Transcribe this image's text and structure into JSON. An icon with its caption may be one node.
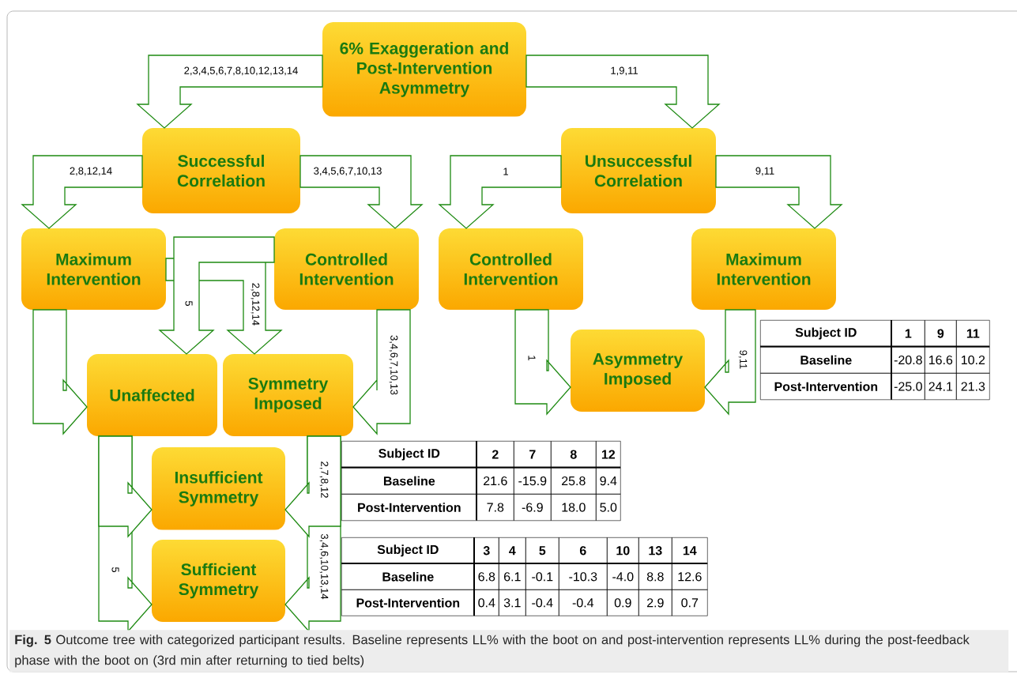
{
  "diagram": {
    "caption": "**Fig. 5** Outcome tree with categorized participant results. Baseline represents LL% with the boot on and post-intervention represents LL% during the post-feedback phase with the boot on (3rd min after returning to tied belts)",
    "nodes": [
      {
        "text": [
          "6% Exaggeration and Post-Intervention Asymmetry"
        ]
      },
      {
        "text": [
          "Successful Correlation"
        ]
      },
      {
        "text": [
          "Unsuccessful Correlation"
        ]
      },
      {
        "text": [
          "Maximum Intervention"
        ]
      },
      {
        "text": [
          "Controlled Intervention"
        ]
      },
      {
        "text": [
          "Controlled Intervention"
        ]
      },
      {
        "text": [
          "Maximum Intervention"
        ]
      },
      {
        "text": [
          "Unaffected"
        ]
      },
      {
        "text": [
          "Symmetry Imposed"
        ]
      },
      {
        "text": [
          "Asymmetry Imposed"
        ]
      },
      {
        "text": [
          "Insufficient Symmetry"
        ]
      },
      {
        "text": [
          "Sufficient Symmetry"
        ]
      }
    ],
    "edges": [
      {
        "from": 0,
        "to": 1,
        "arrow": "to",
        "label": "2,3,4,5,6,7,8,10,12,13,14"
      },
      {
        "from": 0,
        "to": 2,
        "arrow": "to",
        "label": "1,9,11"
      },
      {
        "from": 1,
        "to": 3,
        "arrow": "to",
        "label": "2,8,12,14"
      },
      {
        "from": 1,
        "to": 4,
        "arrow": "to",
        "label": "3,4,5,6,7,10,13"
      },
      {
        "from": 2,
        "to": 5,
        "arrow": "to",
        "label": "1"
      },
      {
        "from": 2,
        "to": 6,
        "arrow": "to",
        "label": "9,11"
      },
      {
        "from": 3,
        "to": 7,
        "arrow": "to"
      },
      {
        "from": 3,
        "to": 8,
        "arrow": "to",
        "label": "2,8,12,14"
      },
      {
        "from": 4,
        "to": 7,
        "arrow": "to",
        "label": "5"
      },
      {
        "from": 4,
        "to": 8,
        "arrow": "to",
        "label": "3,4,6,7,10,13"
      },
      {
        "from": 5,
        "to": 9,
        "arrow": "to",
        "label": "1"
      },
      {
        "from": 6,
        "to": 9,
        "arrow": "to",
        "label": "9,11"
      },
      {
        "from": 7,
        "to": 11,
        "arrow": "to",
        "label": "5"
      },
      {
        "from": 7,
        "to": 10,
        "arrow": "to"
      },
      {
        "from": 8,
        "to": 11,
        "arrow": "to",
        "label": "3,4,6,10,13,14"
      },
      {
        "from": 8,
        "to": 10,
        "arrow": "to",
        "label": "2,7,8,12"
      }
    ],
    "labels": [
      "Subject ID",
      "1",
      "9",
      "11",
      "Baseline",
      "-20.8",
      "16.6",
      "10.2",
      "Post-Intervention",
      "-25.0",
      "24.1",
      "21.3",
      "Subject ID",
      "2",
      "7",
      "8",
      "12",
      "Baseline",
      "21.6",
      "-15.9",
      "25.8",
      "9.4",
      "Post-Intervention",
      "7.8",
      "-6.9",
      "18.0",
      "5.0",
      "Subject ID",
      "3",
      "4",
      "5",
      "6",
      "10",
      "13",
      "14",
      "Baseline",
      "6.8",
      "6.1",
      "-0.1",
      "-10.3",
      "-4.0",
      "8.8",
      "12.6",
      "Post-Intervention",
      "0.4",
      "3.1",
      "-0.4",
      "-0.4",
      "0.9",
      "2.9",
      "0.7"
    ]
  }
}
